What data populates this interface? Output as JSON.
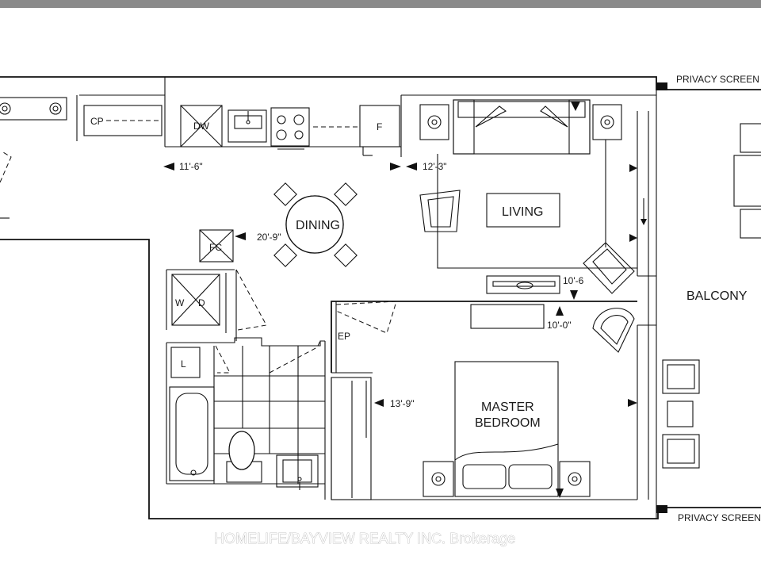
{
  "rooms": {
    "dining": "DINING",
    "living": "LIVING",
    "master_bedroom_line1": "MASTER",
    "master_bedroom_line2": "BEDROOM",
    "balcony": "BALCONY"
  },
  "fixtures": {
    "cp": "CP",
    "dw": "DW",
    "fridge": "F",
    "fc": "FC",
    "washer": "W",
    "dryer": "D",
    "linen": "L",
    "ep": "EP"
  },
  "dimensions": {
    "kitchen": "11'-6\"",
    "living_width": "12'-3\"",
    "dining_length": "20'-9\"",
    "living_depth": "10'-6",
    "bedroom_width": "10'-0\"",
    "bedroom_length": "13'-9\""
  },
  "labels": {
    "privacy_screen_top": "PRIVACY SCREEN",
    "privacy_screen_bottom": "PRIVACY SCREEN"
  },
  "watermark": "HOMELIFE/BAYVIEW REALTY INC. Brokerage",
  "colors": {
    "line": "#111111",
    "top_bar": "#8a8a8a",
    "background": "#ffffff"
  }
}
